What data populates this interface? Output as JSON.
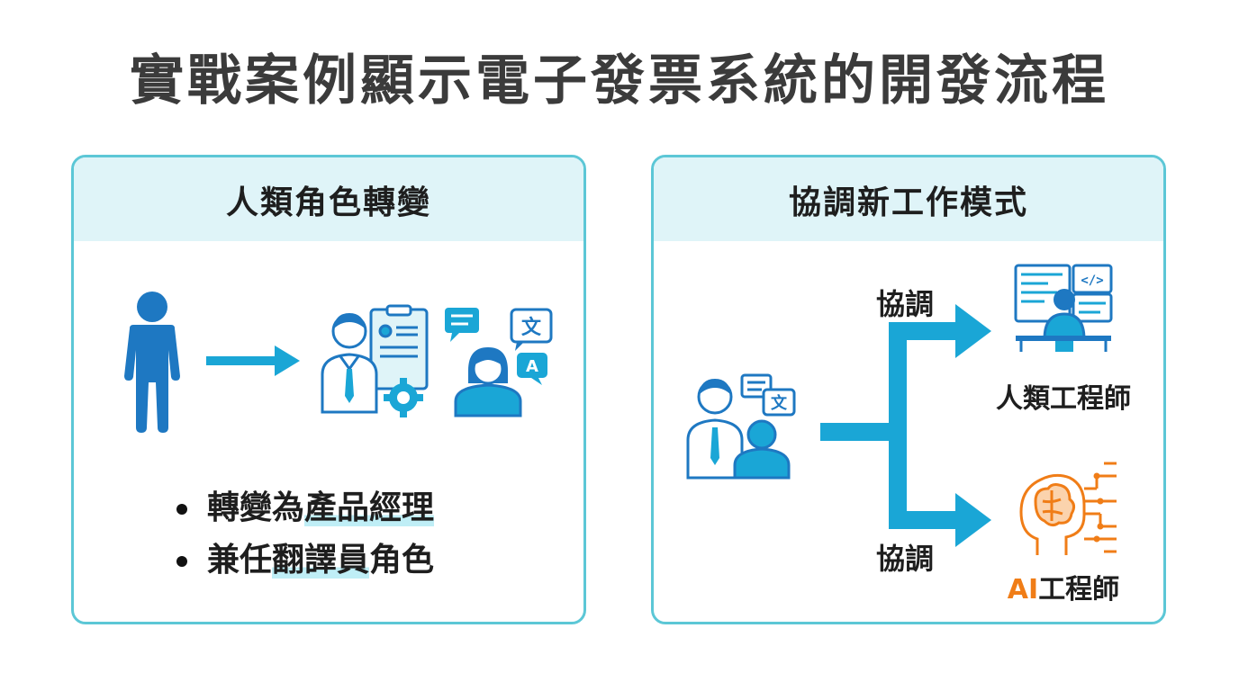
{
  "title": "實戰案例顯示電子發票系統的開發流程",
  "left_panel": {
    "heading": "人類角色轉變",
    "bullets": [
      {
        "pre": "轉變為",
        "hl": "產品經理",
        "post": ""
      },
      {
        "pre": "兼任",
        "hl": "翻譯員",
        "post": "角色"
      }
    ],
    "icons": [
      "person-icon",
      "arrow-right-icon",
      "product-manager-icon",
      "translator-icon"
    ]
  },
  "right_panel": {
    "heading": "協調新工作模式",
    "top_branch_label": "協調",
    "bottom_branch_label": "協調",
    "human_engineer_label": "人類工程師",
    "ai_engineer_prefix": "AI",
    "ai_engineer_suffix": "工程師",
    "icons": [
      "team-icon",
      "branch-arrow-icon",
      "human-engineer-icon",
      "ai-brain-icon"
    ]
  },
  "colors": {
    "accent_blue": "#1aa6d6",
    "dark_blue": "#1e78c2",
    "panel_border": "#5cc7d6",
    "panel_header_bg": "#dff4f8",
    "ai_orange": "#f07d17"
  }
}
